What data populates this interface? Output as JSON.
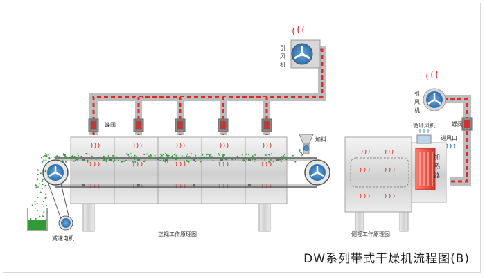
{
  "front_view": {
    "fan_label": "引\n风\n机",
    "valve_label": "蝶阀",
    "feed_label": "加料",
    "motor_label": "减速电机",
    "view_label": "正视工作原理图"
  },
  "side_view": {
    "fan_label": "引\n风\n机",
    "valve_label": "蝶阀",
    "circ_fan_label": "循环风机",
    "inlet_label": "进风口",
    "heater_label": "加\n热\n器",
    "view_label": "侧视工作原理图"
  },
  "caption": "DW系列带式干燥机流程图(B)",
  "colors": {
    "duct_red": "#e02a2a",
    "duct_gray": "#bdbdbd",
    "fan_blue": "#3f86c6",
    "particle_green": "#2f9a36",
    "heat_red": "#e03a2a",
    "heater_red": "#e34b3b"
  }
}
